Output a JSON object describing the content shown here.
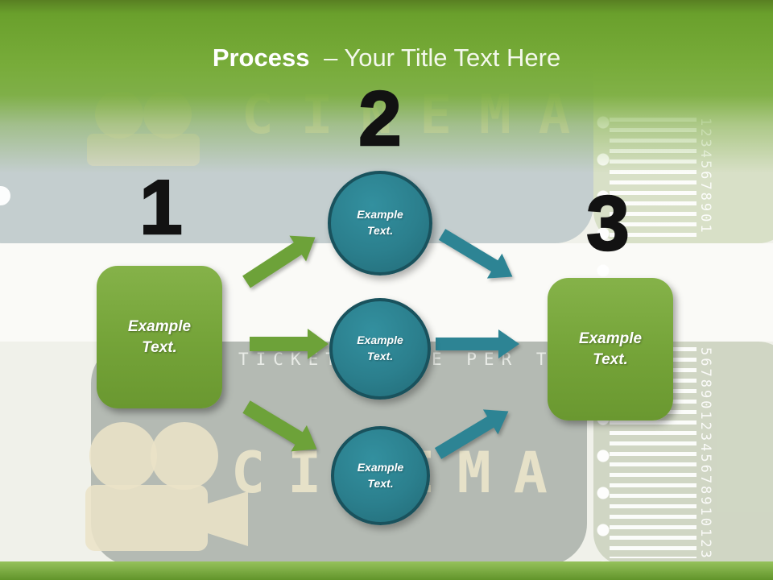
{
  "slide": {
    "title": {
      "bold": "Process",
      "rest": "– Your Title Text Here"
    },
    "steps": [
      {
        "number": "1"
      },
      {
        "number": "2"
      },
      {
        "number": "3"
      }
    ],
    "nodes": {
      "start": {
        "label": "Example\nText."
      },
      "middle": [
        {
          "label": "Example\nText."
        },
        {
          "label": "Example\nText."
        },
        {
          "label": "Example\nText."
        }
      ],
      "end": {
        "label": "Example\nText."
      }
    },
    "background": {
      "cinema_top": "CINEMA",
      "cinema_bottom": "CINEMA",
      "ticket_text_left": "TICKET",
      "ticket_text_right": "E PER TICKET",
      "barcode_digits_top": "12345678901",
      "barcode_digits_bottom": "56789012345678910123"
    },
    "colors": {
      "header_green": "#74a734",
      "node_green": "#76a73c",
      "node_teal": "#2b7f8d",
      "arrow_green": "#6da239",
      "arrow_teal": "#2d8494",
      "number_black": "#121212",
      "cream": "#eae3c9"
    }
  }
}
